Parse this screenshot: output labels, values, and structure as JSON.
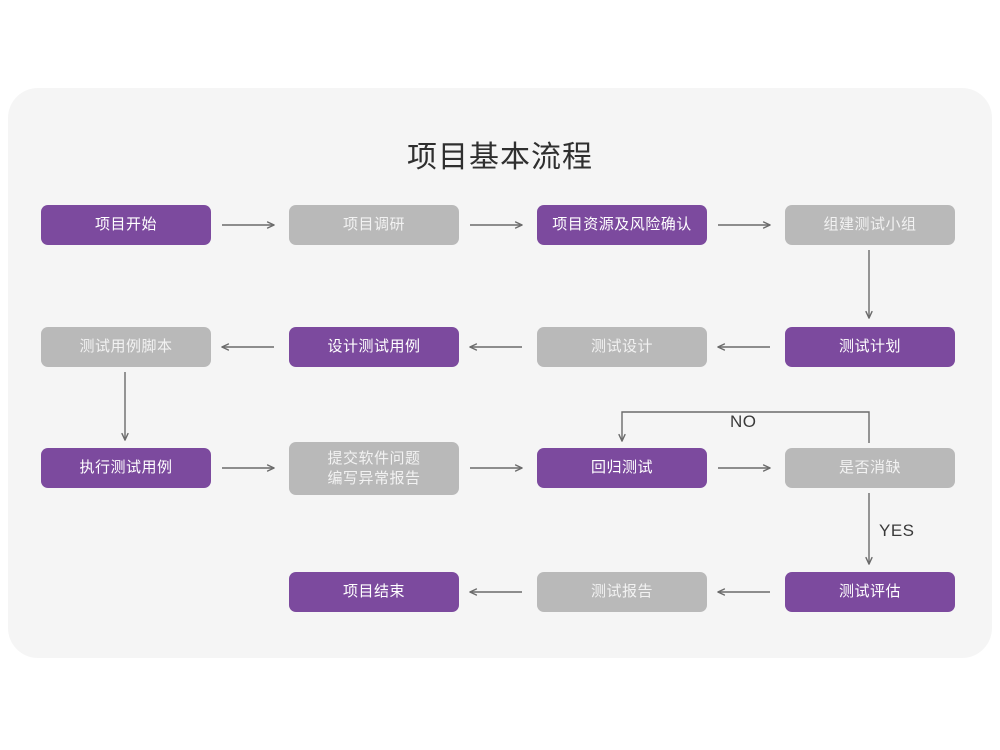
{
  "title": "项目基本流程",
  "theme": {
    "page_background": "#ffffff",
    "card_background": "#f5f5f5",
    "active_node": "#7c4a9e",
    "inactive_node": "#b9b9b9",
    "active_text": "#ffffff",
    "inactive_text": "#f2f2f2",
    "connector": "#6b6b6b",
    "title_color": "#2f2f2f"
  },
  "nodes": [
    {
      "id": "n1",
      "label": "项目开始",
      "style": "purple",
      "row": 1,
      "col": 1
    },
    {
      "id": "n2",
      "label": "项目调研",
      "style": "gray",
      "row": 1,
      "col": 2
    },
    {
      "id": "n3",
      "label": "项目资源及风险确认",
      "style": "purple",
      "row": 1,
      "col": 3
    },
    {
      "id": "n4",
      "label": "组建测试小组",
      "style": "gray",
      "row": 1,
      "col": 4
    },
    {
      "id": "n5",
      "label": "测试用例脚本",
      "style": "gray",
      "row": 2,
      "col": 1
    },
    {
      "id": "n6",
      "label": "设计测试用例",
      "style": "purple",
      "row": 2,
      "col": 2
    },
    {
      "id": "n7",
      "label": "测试设计",
      "style": "gray",
      "row": 2,
      "col": 3
    },
    {
      "id": "n8",
      "label": "测试计划",
      "style": "purple",
      "row": 2,
      "col": 4
    },
    {
      "id": "n9",
      "label": "执行测试用例",
      "style": "purple",
      "row": 3,
      "col": 1
    },
    {
      "id": "n10",
      "label_line1": "提交软件问题",
      "label_line2": "编写异常报告",
      "style": "gray",
      "row": 3,
      "col": 2
    },
    {
      "id": "n11",
      "label": "回归测试",
      "style": "purple",
      "row": 3,
      "col": 3
    },
    {
      "id": "n12",
      "label": "是否消缺",
      "style": "gray",
      "row": 3,
      "col": 4
    },
    {
      "id": "n13",
      "label": "项目结束",
      "style": "purple",
      "row": 4,
      "col": 2
    },
    {
      "id": "n14",
      "label": "测试报告",
      "style": "gray",
      "row": 4,
      "col": 3
    },
    {
      "id": "n15",
      "label": "测试评估",
      "style": "purple",
      "row": 4,
      "col": 4
    }
  ],
  "edge_labels": {
    "no": "NO",
    "yes": "YES"
  },
  "edges": [
    {
      "from": "n1",
      "to": "n2",
      "direction": "right"
    },
    {
      "from": "n2",
      "to": "n3",
      "direction": "right"
    },
    {
      "from": "n3",
      "to": "n4",
      "direction": "right"
    },
    {
      "from": "n4",
      "to": "n8",
      "direction": "down"
    },
    {
      "from": "n8",
      "to": "n7",
      "direction": "left"
    },
    {
      "from": "n7",
      "to": "n6",
      "direction": "left"
    },
    {
      "from": "n6",
      "to": "n5",
      "direction": "left"
    },
    {
      "from": "n5",
      "to": "n9",
      "direction": "down"
    },
    {
      "from": "n9",
      "to": "n10",
      "direction": "right"
    },
    {
      "from": "n10",
      "to": "n11",
      "direction": "right"
    },
    {
      "from": "n11",
      "to": "n12",
      "direction": "right"
    },
    {
      "from": "n12",
      "to": "n11",
      "direction": "loop-up-left",
      "label": "NO"
    },
    {
      "from": "n12",
      "to": "n15",
      "direction": "down",
      "label": "YES"
    },
    {
      "from": "n15",
      "to": "n14",
      "direction": "left"
    },
    {
      "from": "n14",
      "to": "n13",
      "direction": "left"
    }
  ]
}
